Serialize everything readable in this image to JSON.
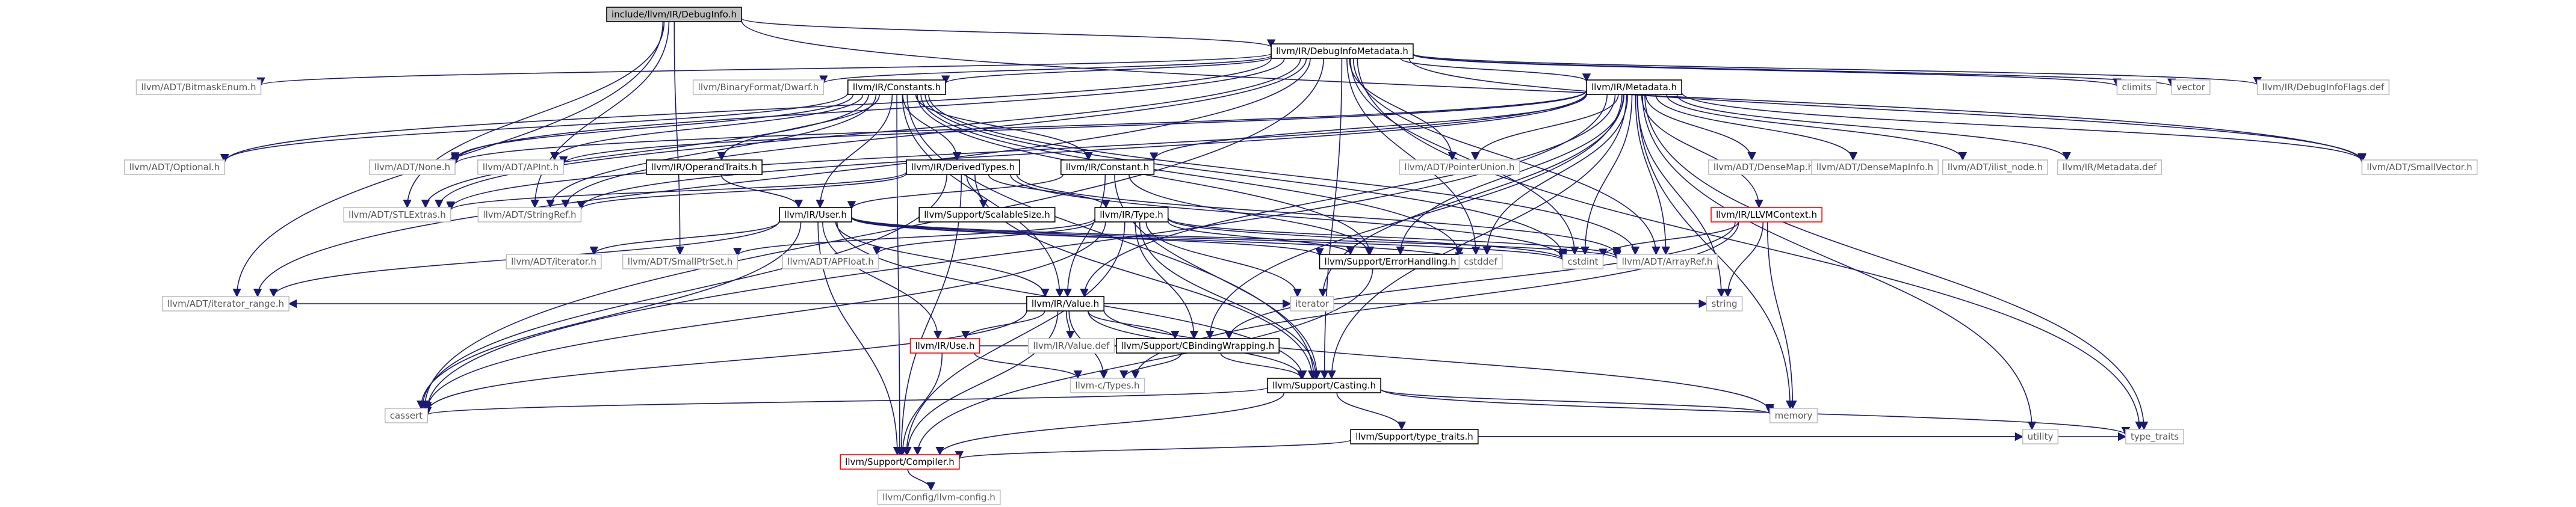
{
  "nodes": [
    {
      "id": "root",
      "label": "include/llvm/IR/DebugInfo.h",
      "style": "root"
    },
    {
      "id": "dim",
      "label": "llvm/IR/DebugInfoMetadata.h",
      "style": "normal"
    },
    {
      "id": "bitmask",
      "label": "llvm/ADT/BitmaskEnum.h",
      "style": "external"
    },
    {
      "id": "optional",
      "label": "llvm/ADT/Optional.h",
      "style": "external"
    },
    {
      "id": "dwarf",
      "label": "llvm/BinaryFormat/Dwarf.h",
      "style": "external"
    },
    {
      "id": "constants",
      "label": "llvm/IR/Constants.h",
      "style": "normal"
    },
    {
      "id": "metadata",
      "label": "llvm/IR/Metadata.h",
      "style": "normal"
    },
    {
      "id": "climits",
      "label": "climits",
      "style": "external"
    },
    {
      "id": "vector",
      "label": "vector",
      "style": "external"
    },
    {
      "id": "diflags",
      "label": "llvm/IR/DebugInfoFlags.def",
      "style": "external"
    },
    {
      "id": "none",
      "label": "llvm/ADT/None.h",
      "style": "external"
    },
    {
      "id": "apint",
      "label": "llvm/ADT/APInt.h",
      "style": "external"
    },
    {
      "id": "opertraits",
      "label": "llvm/IR/OperandTraits.h",
      "style": "normal"
    },
    {
      "id": "derived",
      "label": "llvm/IR/DerivedTypes.h",
      "style": "normal"
    },
    {
      "id": "constant",
      "label": "llvm/IR/Constant.h",
      "style": "normal"
    },
    {
      "id": "ptrunion",
      "label": "llvm/ADT/PointerUnion.h",
      "style": "external"
    },
    {
      "id": "densemap",
      "label": "llvm/ADT/DenseMap.h",
      "style": "external"
    },
    {
      "id": "densemapinfo",
      "label": "llvm/ADT/DenseMapInfo.h",
      "style": "external"
    },
    {
      "id": "ilistnode",
      "label": "llvm/ADT/ilist_node.h",
      "style": "external"
    },
    {
      "id": "mdef",
      "label": "llvm/IR/Metadata.def",
      "style": "external"
    },
    {
      "id": "smallvector",
      "label": "llvm/ADT/SmallVector.h",
      "style": "external"
    },
    {
      "id": "stlextras",
      "label": "llvm/ADT/STLExtras.h",
      "style": "external"
    },
    {
      "id": "stringref",
      "label": "llvm/ADT/StringRef.h",
      "style": "external"
    },
    {
      "id": "scalable",
      "label": "llvm/Support/ScalableSize.h",
      "style": "normal"
    },
    {
      "id": "user",
      "label": "llvm/IR/User.h",
      "style": "normal"
    },
    {
      "id": "type",
      "label": "llvm/IR/Type.h",
      "style": "normal"
    },
    {
      "id": "llvmcontext",
      "label": "llvm/IR/LLVMContext.h",
      "style": "red"
    },
    {
      "id": "iterator",
      "label": "llvm/ADT/iterator.h",
      "style": "external"
    },
    {
      "id": "smallptrset",
      "label": "llvm/ADT/SmallPtrSet.h",
      "style": "external"
    },
    {
      "id": "apfloat",
      "label": "llvm/ADT/APFloat.h",
      "style": "external"
    },
    {
      "id": "errorhandling",
      "label": "llvm/Support/ErrorHandling.h",
      "style": "normal"
    },
    {
      "id": "cstddef",
      "label": "cstddef",
      "style": "external"
    },
    {
      "id": "cstdint",
      "label": "cstdint",
      "style": "external"
    },
    {
      "id": "arrayref",
      "label": "llvm/ADT/ArrayRef.h",
      "style": "external"
    },
    {
      "id": "iterrange",
      "label": "llvm/ADT/iterator_range.h",
      "style": "external"
    },
    {
      "id": "value",
      "label": "llvm/IR/Value.h",
      "style": "normal"
    },
    {
      "id": "stditerator",
      "label": "iterator",
      "style": "external"
    },
    {
      "id": "string",
      "label": "string",
      "style": "external"
    },
    {
      "id": "use",
      "label": "llvm/IR/Use.h",
      "style": "red"
    },
    {
      "id": "valuedef",
      "label": "llvm/IR/Value.def",
      "style": "external"
    },
    {
      "id": "cbinding",
      "label": "llvm/Support/CBindingWrapping.h",
      "style": "normal"
    },
    {
      "id": "ctypes",
      "label": "llvm-c/Types.h",
      "style": "external"
    },
    {
      "id": "casting",
      "label": "llvm/Support/Casting.h",
      "style": "normal"
    },
    {
      "id": "cassert",
      "label": "cassert",
      "style": "external"
    },
    {
      "id": "memory",
      "label": "memory",
      "style": "external"
    },
    {
      "id": "typetraits_h",
      "label": "llvm/Support/type_traits.h",
      "style": "normal"
    },
    {
      "id": "utility",
      "label": "utility",
      "style": "external"
    },
    {
      "id": "type_traits",
      "label": "type_traits",
      "style": "external"
    },
    {
      "id": "compiler",
      "label": "llvm/Support/Compiler.h",
      "style": "red"
    },
    {
      "id": "llvmconfig",
      "label": "llvm/Config/llvm-config.h",
      "style": "external"
    }
  ],
  "edges": [
    [
      "root",
      "dim"
    ],
    [
      "root",
      "stlextras"
    ],
    [
      "root",
      "iterrange"
    ],
    [
      "root",
      "smallvector"
    ],
    [
      "root",
      "smallptrset"
    ],
    [
      "root",
      "stringref"
    ],
    [
      "dim",
      "bitmask"
    ],
    [
      "dim",
      "optional"
    ],
    [
      "dim",
      "dwarf"
    ],
    [
      "dim",
      "constants"
    ],
    [
      "dim",
      "metadata"
    ],
    [
      "dim",
      "climits"
    ],
    [
      "dim",
      "vector"
    ],
    [
      "dim",
      "diflags"
    ],
    [
      "dim",
      "none"
    ],
    [
      "dim",
      "ptrunion"
    ],
    [
      "dim",
      "smallvector"
    ],
    [
      "dim",
      "stlextras"
    ],
    [
      "dim",
      "stringref"
    ],
    [
      "dim",
      "iterrange"
    ],
    [
      "dim",
      "casting"
    ],
    [
      "dim",
      "cassert"
    ],
    [
      "dim",
      "cstddef"
    ],
    [
      "dim",
      "cstdint"
    ],
    [
      "dim",
      "arrayref"
    ],
    [
      "dim",
      "type_traits"
    ],
    [
      "constants",
      "none"
    ],
    [
      "constants",
      "apint"
    ],
    [
      "constants",
      "opertraits"
    ],
    [
      "constants",
      "derived"
    ],
    [
      "constants",
      "constant"
    ],
    [
      "constants",
      "user"
    ],
    [
      "constants",
      "value"
    ],
    [
      "constants",
      "stringref"
    ],
    [
      "constants",
      "stlextras"
    ],
    [
      "constants",
      "arrayref"
    ],
    [
      "constants",
      "optional"
    ],
    [
      "constants",
      "casting"
    ],
    [
      "constants",
      "compiler"
    ],
    [
      "constants",
      "errorhandling"
    ],
    [
      "constants",
      "cstddef"
    ],
    [
      "constants",
      "cstdint"
    ],
    [
      "metadata",
      "none"
    ],
    [
      "metadata",
      "ptrunion"
    ],
    [
      "metadata",
      "densemap"
    ],
    [
      "metadata",
      "densemapinfo"
    ],
    [
      "metadata",
      "ilistnode"
    ],
    [
      "metadata",
      "mdef"
    ],
    [
      "metadata",
      "smallvector"
    ],
    [
      "metadata",
      "stlextras"
    ],
    [
      "metadata",
      "stringref"
    ],
    [
      "metadata",
      "llvmcontext"
    ],
    [
      "metadata",
      "constant"
    ],
    [
      "metadata",
      "value"
    ],
    [
      "metadata",
      "arrayref"
    ],
    [
      "metadata",
      "cbinding"
    ],
    [
      "metadata",
      "casting"
    ],
    [
      "metadata",
      "errorhandling"
    ],
    [
      "metadata",
      "cassert"
    ],
    [
      "metadata",
      "cstddef"
    ],
    [
      "metadata",
      "cstdint"
    ],
    [
      "metadata",
      "stditerator"
    ],
    [
      "metadata",
      "memory"
    ],
    [
      "metadata",
      "string"
    ],
    [
      "metadata",
      "type_traits"
    ],
    [
      "metadata",
      "utility"
    ],
    [
      "metadata",
      "apint"
    ],
    [
      "opertraits",
      "user"
    ],
    [
      "derived",
      "stringref"
    ],
    [
      "derived",
      "stlextras"
    ],
    [
      "derived",
      "scalable"
    ],
    [
      "derived",
      "type"
    ],
    [
      "derived",
      "arrayref"
    ],
    [
      "derived",
      "casting"
    ],
    [
      "derived",
      "compiler"
    ],
    [
      "derived",
      "cassert"
    ],
    [
      "derived",
      "cstdint"
    ],
    [
      "constant",
      "user"
    ],
    [
      "constant",
      "value"
    ],
    [
      "constant",
      "casting"
    ],
    [
      "constant",
      "errorhandling"
    ],
    [
      "user",
      "iterator"
    ],
    [
      "user",
      "iterrange"
    ],
    [
      "user",
      "value"
    ],
    [
      "user",
      "use"
    ],
    [
      "user",
      "arrayref"
    ],
    [
      "user",
      "casting"
    ],
    [
      "user",
      "compiler"
    ],
    [
      "user",
      "errorhandling"
    ],
    [
      "user",
      "cassert"
    ],
    [
      "user",
      "cstdint"
    ],
    [
      "user",
      "cstddef"
    ],
    [
      "type",
      "apfloat"
    ],
    [
      "type",
      "arrayref"
    ],
    [
      "type",
      "smallptrset"
    ],
    [
      "type",
      "cbinding"
    ],
    [
      "type",
      "casting"
    ],
    [
      "type",
      "compiler"
    ],
    [
      "type",
      "errorhandling"
    ],
    [
      "type",
      "cassert"
    ],
    [
      "type",
      "cstdint"
    ],
    [
      "type",
      "stditerator"
    ],
    [
      "llvmcontext",
      "ctypes"
    ],
    [
      "llvmcontext",
      "cbinding"
    ],
    [
      "llvmcontext",
      "memory"
    ],
    [
      "llvmcontext",
      "string"
    ],
    [
      "llvmcontext",
      "cstdint"
    ],
    [
      "value",
      "iterrange"
    ],
    [
      "value",
      "use"
    ],
    [
      "value",
      "valuedef"
    ],
    [
      "value",
      "cbinding"
    ],
    [
      "value",
      "ctypes"
    ],
    [
      "value",
      "casting"
    ],
    [
      "value",
      "compiler"
    ],
    [
      "value",
      "cassert"
    ],
    [
      "value",
      "memory"
    ],
    [
      "value",
      "stditerator"
    ],
    [
      "value",
      "string"
    ],
    [
      "use",
      "cbinding"
    ],
    [
      "use",
      "ctypes"
    ],
    [
      "use",
      "compiler"
    ],
    [
      "cbinding",
      "ctypes"
    ],
    [
      "cbinding",
      "casting"
    ],
    [
      "casting",
      "typetraits_h"
    ],
    [
      "casting",
      "compiler"
    ],
    [
      "casting",
      "cassert"
    ],
    [
      "casting",
      "memory"
    ],
    [
      "casting",
      "type_traits"
    ],
    [
      "typetraits_h",
      "compiler"
    ],
    [
      "typetraits_h",
      "utility"
    ],
    [
      "typetraits_h",
      "type_traits"
    ],
    [
      "compiler",
      "llvmconfig"
    ],
    [
      "errorhandling",
      "compiler"
    ]
  ]
}
